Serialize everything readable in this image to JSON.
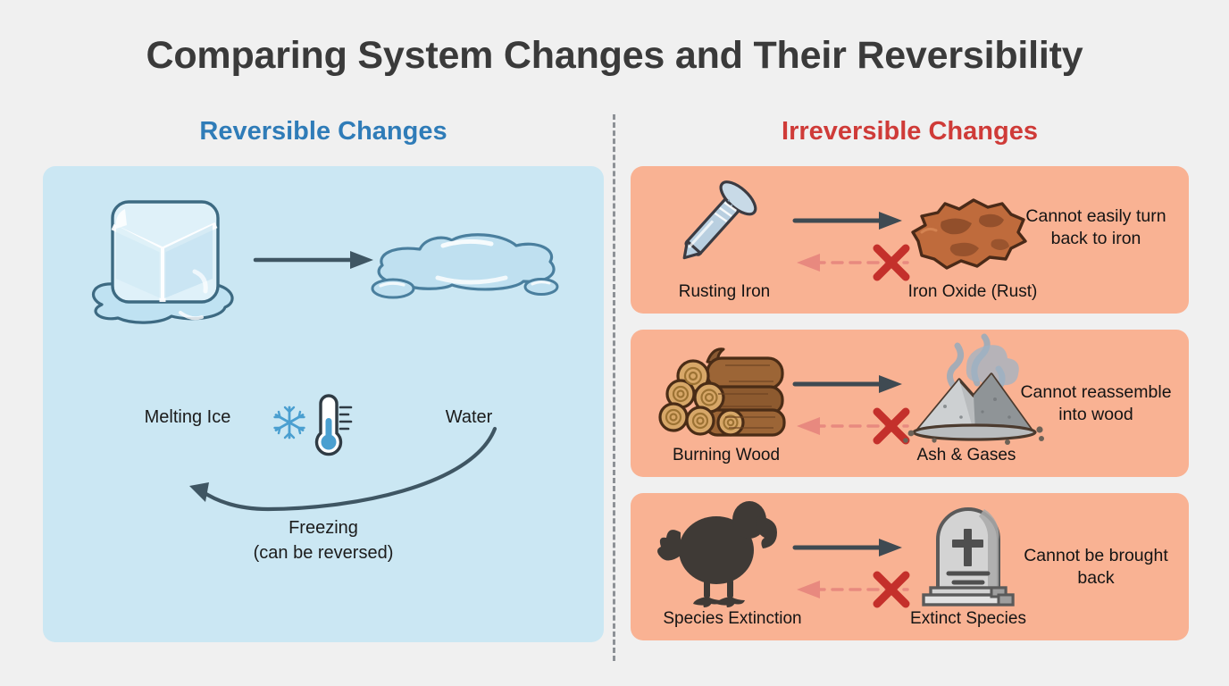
{
  "title": "Comparing System Changes and Their Reversibility",
  "columns": {
    "left_heading": "Reversible Changes",
    "right_heading": "Irreversible Changes"
  },
  "colors": {
    "page_background": "#f0f0f0",
    "left_panel": "#cbe7f3",
    "left_heading": "#2f7cb8",
    "right_card": "#f9b293",
    "right_heading": "#cf3b38",
    "arrow_forward": "#3f4a52",
    "arrow_blocked": "#e8897f",
    "cross": "#c4302b",
    "divider": "#8d9196"
  },
  "left_panel": {
    "start_label": "Melting Ice",
    "end_label": "Water",
    "start_icon": "ice-cube-icon",
    "end_icon": "water-puddle-icon",
    "forward_arrow_icon": "arrow-right-icon",
    "return_arrow_icon": "curved-arrow-left-icon",
    "middle_icons": [
      "snowflake-icon",
      "thermometer-icon"
    ],
    "return_label_line1": "Freezing",
    "return_label_line2": "(can be reversed)"
  },
  "right_cards": [
    {
      "from_label": "Rusting Iron",
      "to_label": "Iron Oxide (Rust)",
      "from_icon": "nail-icon",
      "to_icon": "rust-chunk-icon",
      "forward_arrow_icon": "arrow-right-icon",
      "blocked_arrow_icon": "dashed-arrow-left-icon",
      "block_icon": "red-cross-icon",
      "note": "Cannot easily turn back to iron"
    },
    {
      "from_label": "Burning Wood",
      "to_label": "Ash & Gases",
      "from_icon": "logs-icon",
      "to_icon": "ash-pile-icon",
      "forward_arrow_icon": "arrow-right-icon",
      "blocked_arrow_icon": "dashed-arrow-left-icon",
      "block_icon": "red-cross-icon",
      "note": "Cannot reassemble into wood"
    },
    {
      "from_label": "Species Extinction",
      "to_label": "Extinct Species",
      "from_icon": "dodo-bird-icon",
      "to_icon": "gravestone-icon",
      "forward_arrow_icon": "arrow-right-icon",
      "blocked_arrow_icon": "dashed-arrow-left-icon",
      "block_icon": "red-cross-icon",
      "note": "Cannot be brought back"
    }
  ]
}
